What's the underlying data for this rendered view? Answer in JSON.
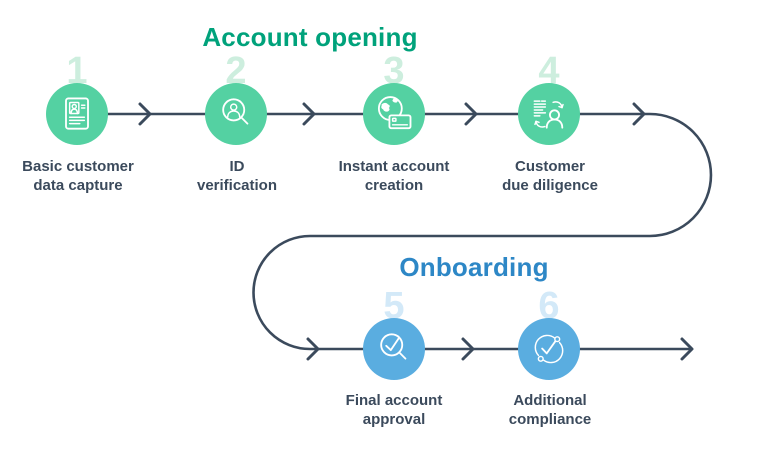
{
  "titles": {
    "account_opening": "Account opening",
    "onboarding": "Onboarding"
  },
  "steps": [
    {
      "number": "1",
      "label_line1": "Basic customer",
      "label_line2": "data capture",
      "icon": "id-card-icon",
      "phase": "account_opening"
    },
    {
      "number": "2",
      "label_line1": "ID",
      "label_line2": "verification",
      "icon": "magnifier-person-icon",
      "phase": "account_opening"
    },
    {
      "number": "3",
      "label_line1": "Instant account",
      "label_line2": "creation",
      "icon": "globe-card-icon",
      "phase": "account_opening"
    },
    {
      "number": "4",
      "label_line1": "Customer",
      "label_line2": "due diligence",
      "icon": "list-person-sync-icon",
      "phase": "account_opening"
    },
    {
      "number": "5",
      "label_line1": "Final account",
      "label_line2": "approval",
      "icon": "magnifier-check-icon",
      "phase": "onboarding"
    },
    {
      "number": "6",
      "label_line1": "Additional",
      "label_line2": "compliance",
      "icon": "sync-check-icon",
      "phase": "onboarding"
    }
  ],
  "colors": {
    "account_opening_accent": "#00a27b",
    "onboarding_accent": "#2d87c6",
    "step_circle_green": "#54d1a2",
    "step_circle_blue": "#5aade0",
    "number_green": "#cdeede",
    "number_blue": "#d3e9f8",
    "text_dark": "#3b4a5c",
    "connector": "#3b4a5c"
  }
}
